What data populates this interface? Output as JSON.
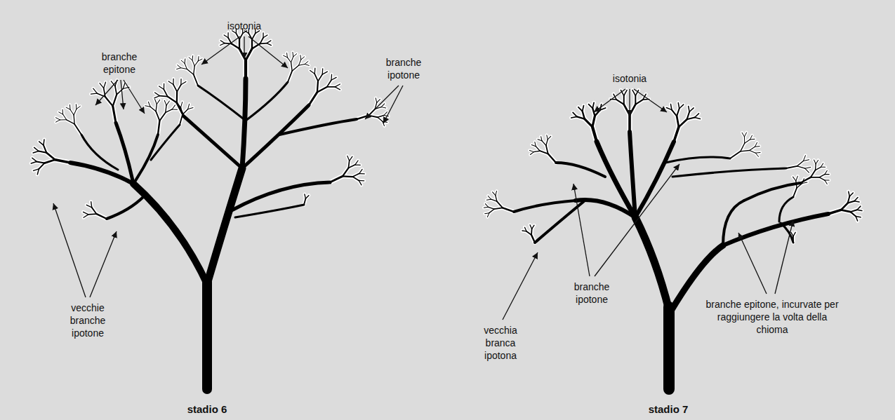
{
  "diagram": {
    "labels": [
      "isotonia",
      "branche epitone",
      "branche ipotone",
      "vecchie branche ipotone",
      "stadio 6",
      "isotonia",
      "branche ipotone",
      "vecchia branca ipotona",
      "branche epitone, incurvate per raggiungere la volta della chioma",
      "stadio 7"
    ]
  }
}
